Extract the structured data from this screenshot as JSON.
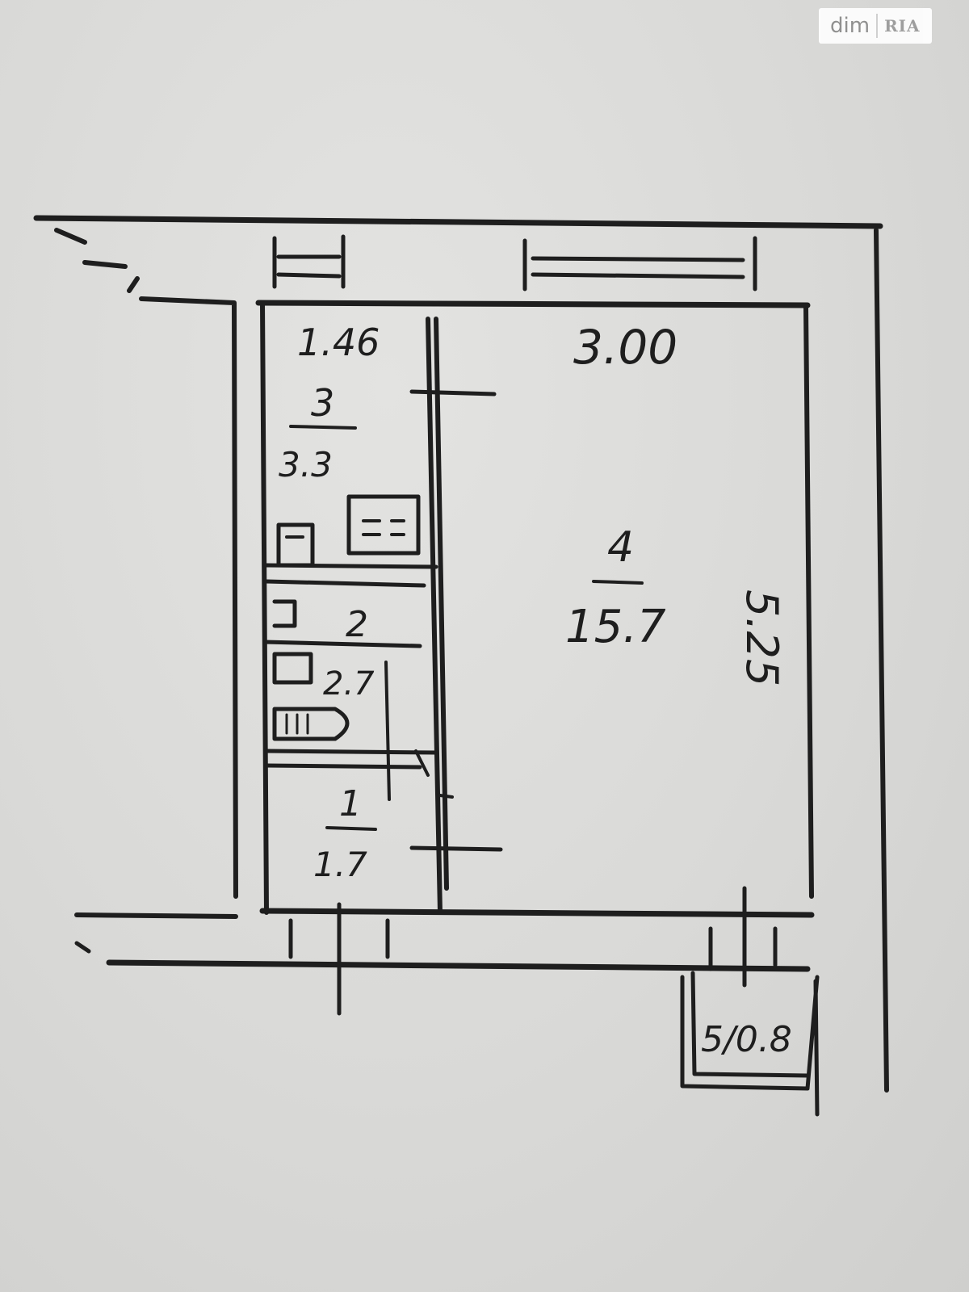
{
  "watermark": {
    "text_dim": "dim",
    "text_ria": "RIA"
  },
  "dimensions": {
    "top_left_width": "1.46",
    "top_right_width": "3.00",
    "right_length": "5.25"
  },
  "rooms": [
    {
      "number": "1",
      "area": "1.7"
    },
    {
      "number": "2",
      "area": "2.7"
    },
    {
      "number": "3",
      "area": "3.3"
    },
    {
      "number": "4",
      "area": "15.7"
    }
  ],
  "balcony": {
    "label": "5/0.8"
  },
  "colors": {
    "paper": "#d8d8d6",
    "ink": "#1e1e1e"
  }
}
